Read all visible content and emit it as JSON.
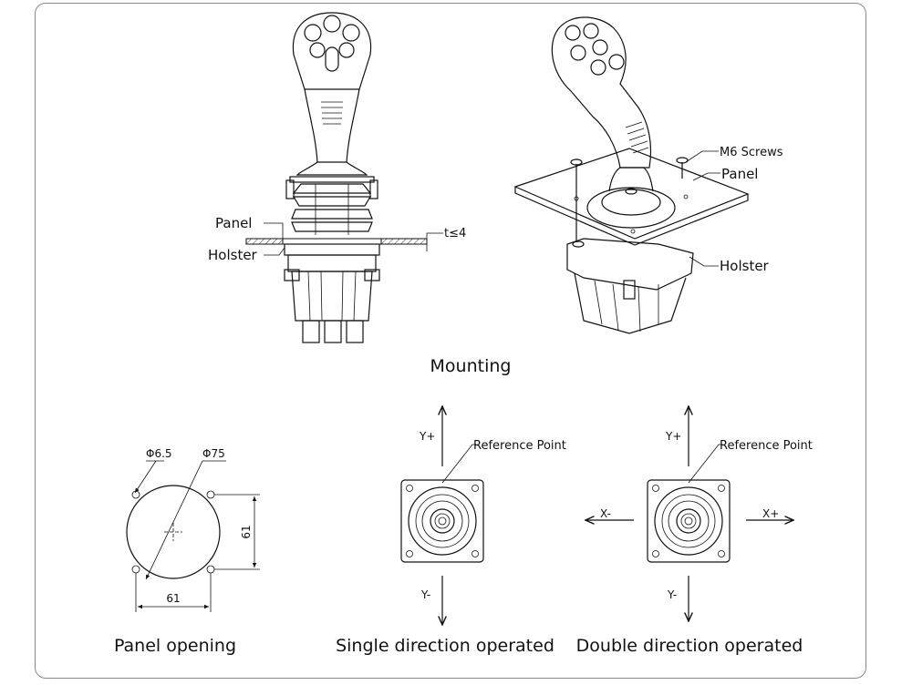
{
  "captions": {
    "mounting": "Mounting",
    "panel_opening": "Panel opening",
    "single": "Single direction operated",
    "double": "Double direction operated"
  },
  "side_view": {
    "panel_label": "Panel",
    "holster_label": "Holster",
    "thickness_label": "t≤4"
  },
  "iso_view": {
    "screws_label": "M6 Screws",
    "panel_label": "Panel",
    "holster_label": "Holster"
  },
  "panel_opening": {
    "hole_label": "Φ6.5",
    "circle_label": "Φ75",
    "height_dim": "61",
    "width_dim": "61"
  },
  "single_direction": {
    "y_plus": "Y+",
    "y_minus": "Y-",
    "reference": "Reference Point"
  },
  "double_direction": {
    "y_plus": "Y+",
    "y_minus": "Y-",
    "x_plus": "X+",
    "x_minus": "X-",
    "reference": "Reference Point"
  }
}
